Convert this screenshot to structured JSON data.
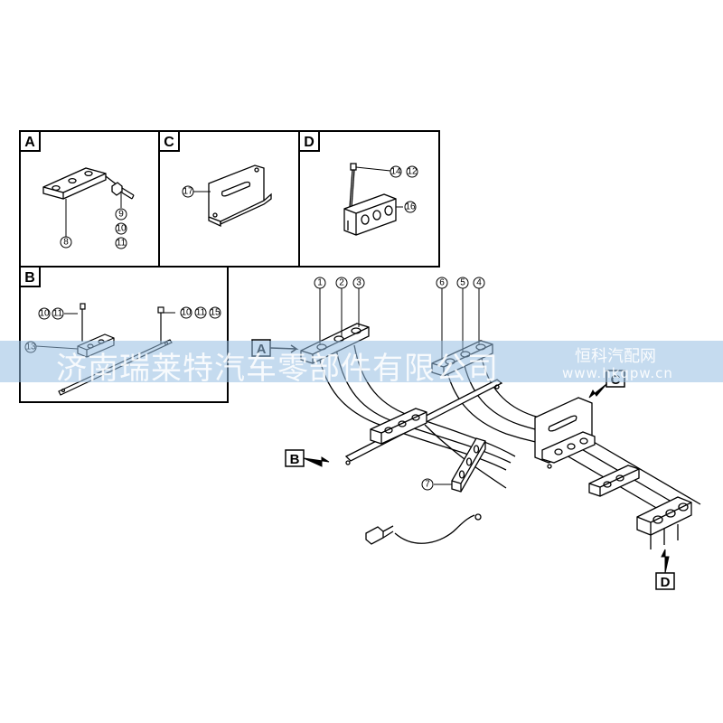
{
  "panels": {
    "a": {
      "label": "A",
      "parts": [
        "8",
        "9",
        "10",
        "11"
      ]
    },
    "c": {
      "label": "C",
      "parts": [
        "17"
      ]
    },
    "d": {
      "label": "D",
      "parts": [
        "14",
        "12",
        "16"
      ]
    },
    "b": {
      "label": "B",
      "parts": [
        "10",
        "11",
        "10",
        "11",
        "15",
        "13"
      ]
    }
  },
  "main": {
    "callouts": [
      "1",
      "2",
      "3",
      "6",
      "5",
      "4",
      "7"
    ],
    "refs": {
      "a": "A",
      "b": "B",
      "c": "C",
      "d": "D"
    }
  },
  "watermark": {
    "company": "济南瑞莱特汽车零部件有限公司",
    "site_name": "恒科汽配网",
    "site_url": "www.hkqpw.cn"
  }
}
